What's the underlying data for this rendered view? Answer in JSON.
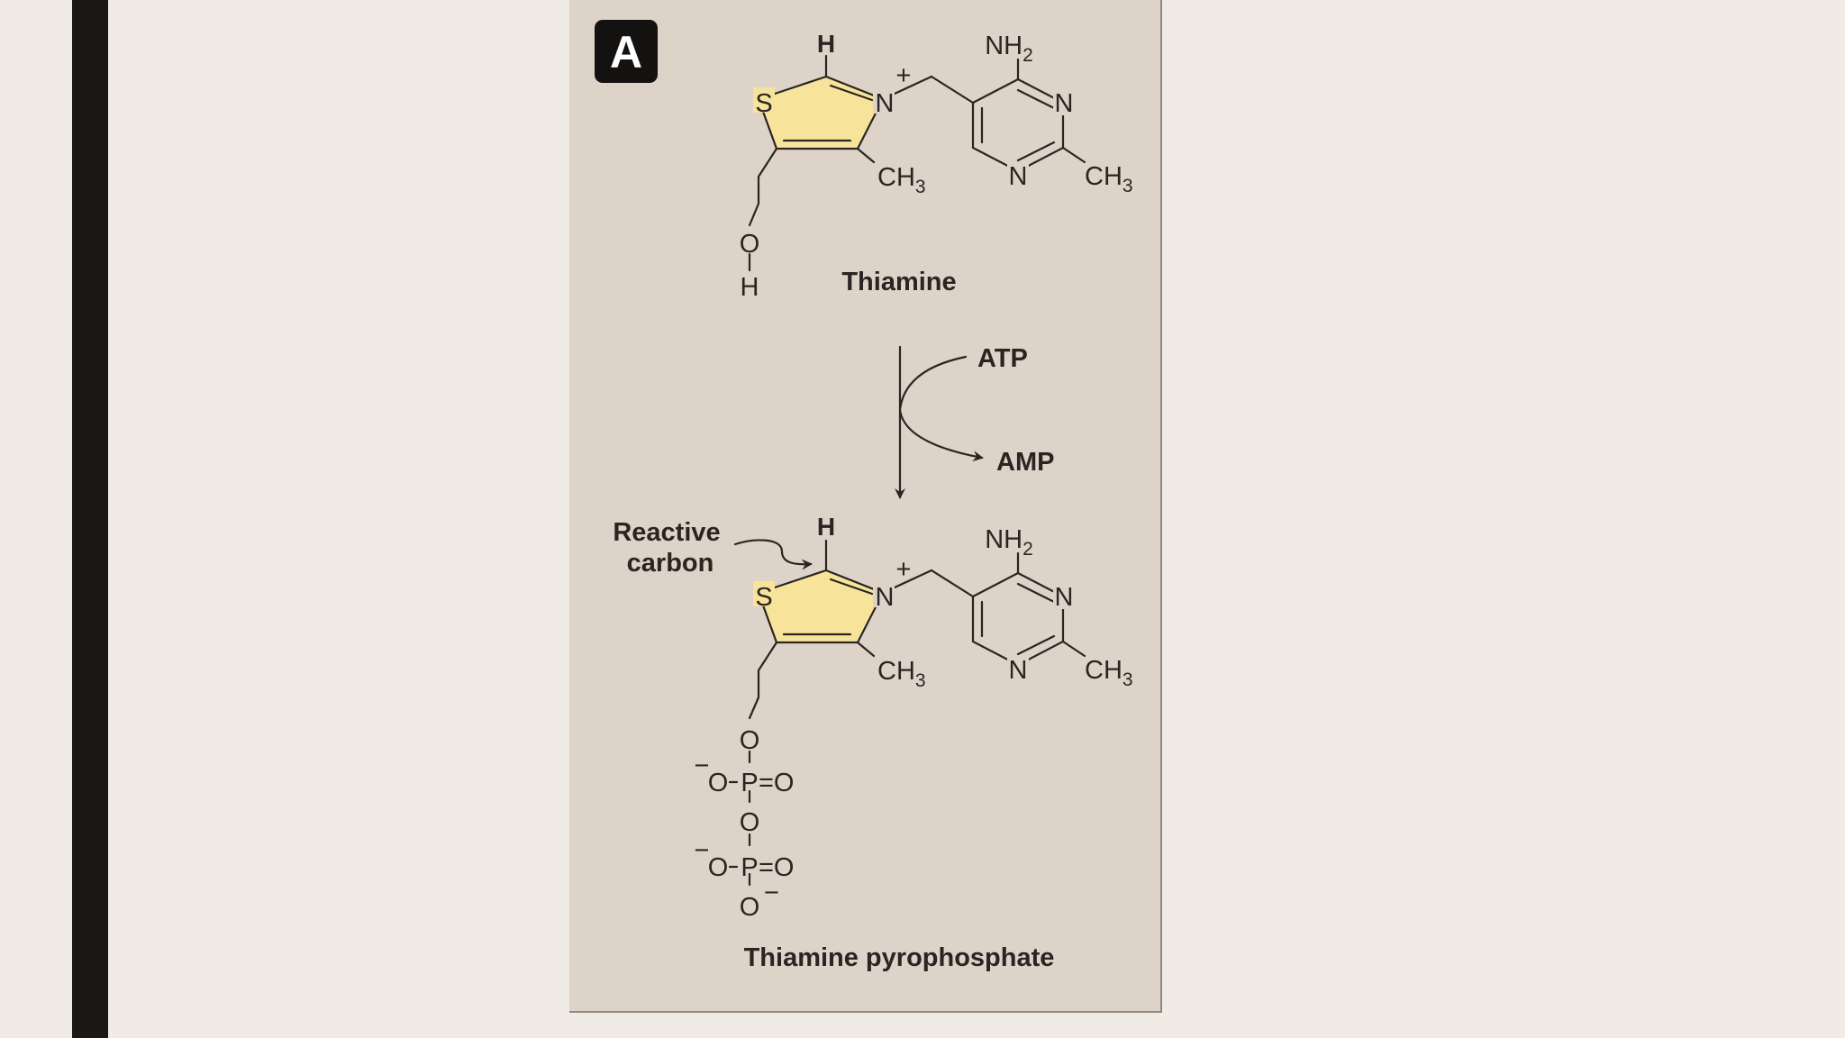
{
  "badge": "A",
  "colors": {
    "background": "#f0ebe5",
    "panel": "#ddd3c8",
    "ring_fill": "#f7e49a",
    "ink": "#2a2522",
    "side_bar": "#1a1814"
  },
  "top_molecule": {
    "name": "Thiamine",
    "h_top": "H",
    "s": "S",
    "n_plus": "N",
    "plus": "+",
    "ch3_a": "CH",
    "ch3_a_sub": "3",
    "nh2": "NH",
    "nh2_sub": "2",
    "n_ring1": "N",
    "n_ring2": "N",
    "ch3_b": "CH",
    "ch3_b_sub": "3",
    "o": "O",
    "h_bottom": "H"
  },
  "reaction": {
    "input": "ATP",
    "output": "AMP"
  },
  "bottom_molecule": {
    "name": "Thiamine pyrophosphate",
    "callout_line1": "Reactive",
    "callout_line2": "carbon",
    "h_top": "H",
    "s": "S",
    "n_plus": "N",
    "plus": "+",
    "ch3_a": "CH",
    "ch3_a_sub": "3",
    "nh2": "NH",
    "nh2_sub": "2",
    "n_ring1": "N",
    "n_ring2": "N",
    "ch3_b": "CH",
    "ch3_b_sub": "3",
    "o_link": "O",
    "p1_left": "O",
    "p1_minus": "−",
    "p1": "P",
    "p1_right": "=O",
    "o_bridge": "O",
    "p2_left": "O",
    "p2_minus": "−",
    "p2": "P",
    "p2_right": "=O",
    "o_end": "O",
    "o_end_minus": "−"
  }
}
